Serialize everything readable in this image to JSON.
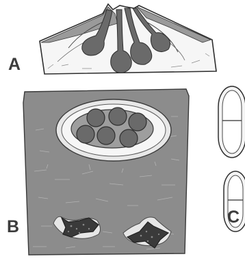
{
  "figure": {
    "panels": [
      {
        "label": "A",
        "subject": "ascoma-vertical-section"
      },
      {
        "label": "B",
        "subject": "bark-surface-with-ascus-and-ascomata"
      },
      {
        "label": "C",
        "subject": "two-septate-ascospores"
      }
    ]
  },
  "palette": {
    "bark_fill": "#8c8c8c",
    "ascoma_tissue": "#f2f2f2",
    "spore_dark": "#6a6a6a",
    "ascoma_black": "#3a3a3a",
    "line_color": "#2e2e2e",
    "label_color": "#3c3c3c"
  }
}
